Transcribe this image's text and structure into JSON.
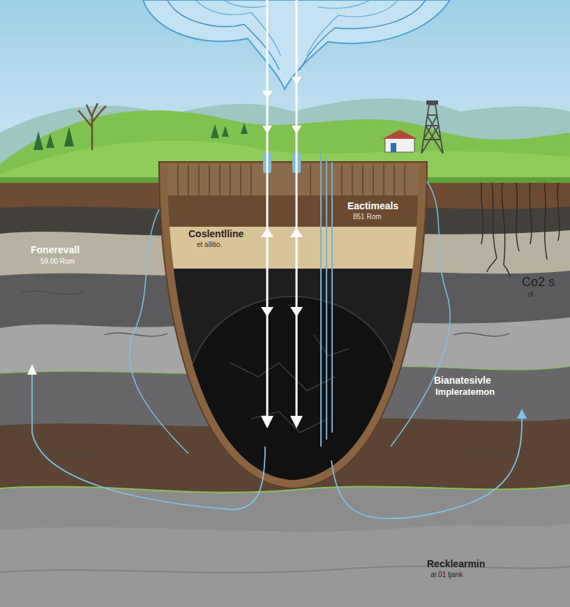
{
  "diagram": {
    "labels": [
      "Eactimeals",
      "851 Rom",
      "Coslentlline",
      "et allitio.",
      "Fonerevall",
      "59.00 Rom",
      "Co2 s",
      "ol",
      "Bianatesivle",
      "Impleratemon",
      "Recklearmin",
      "ar.01 tjank"
    ]
  }
}
